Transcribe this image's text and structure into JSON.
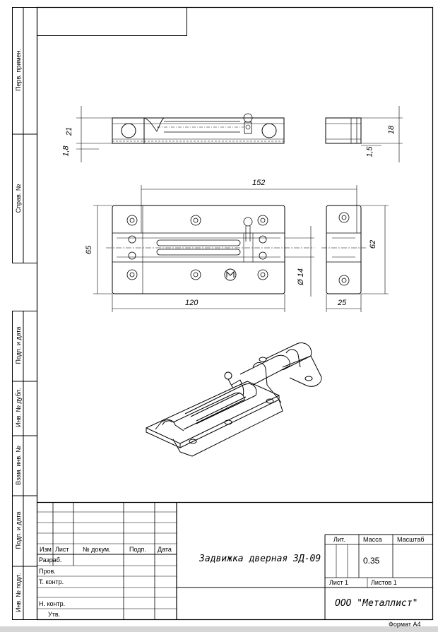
{
  "left_strip": {
    "perv_primen": "Перв. примен.",
    "sprav_no": "Справ. №",
    "podp_data_1": "Подп. и дата",
    "inv_dubl": "Инв. № дубл.",
    "vzam_inv": "Взам. инв. №",
    "podp_data_2": "Подп. и дата",
    "inv_podl": "Инв. № подл."
  },
  "dimensions": {
    "d21": "21",
    "d1_8": "1,8",
    "d18": "18",
    "d1_5": "1,5",
    "d152": "152",
    "d65": "65",
    "d62": "62",
    "d14": "Ø 14",
    "d120": "120",
    "d25": "25"
  },
  "title_block": {
    "col_izm": "Изм",
    "col_list": "Лист",
    "col_no_dokum": "№ докум.",
    "col_podp": "Подп.",
    "col_data": "Дата",
    "row_razrab": "Разраб.",
    "row_prov": "Пров.",
    "row_t_kontr": "Т. контр.",
    "row_n_kontr": "Н. контр.",
    "row_utv": "Утв.",
    "name": "Задвижка дверная ЗД-09",
    "lit_label": "Лит.",
    "massa_label": "Масса",
    "masshtab_label": "Масштаб",
    "massa_value": "0.35",
    "list_label": "Лист 1",
    "listov_label": "Листов 1",
    "company": "ООО \"Металлист\"",
    "format": "Формат А4"
  }
}
